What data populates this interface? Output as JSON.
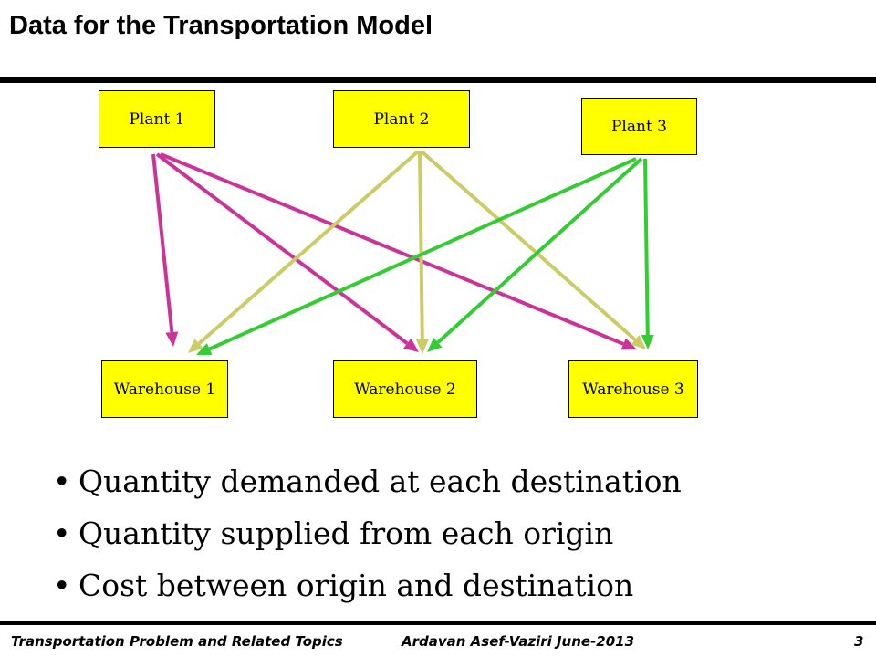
{
  "title": "Data for the Transportation Model",
  "plants": [
    "Plant 1",
    "Plant 2",
    "Plant 3"
  ],
  "warehouses": [
    "Warehouse 1",
    "Warehouse 2",
    "Warehouse 3"
  ],
  "edges": [
    {
      "from": "Plant 1",
      "to": "Warehouse 1",
      "color": "#cc3399"
    },
    {
      "from": "Plant 1",
      "to": "Warehouse 2",
      "color": "#cc3399"
    },
    {
      "from": "Plant 1",
      "to": "Warehouse 3",
      "color": "#cc3399"
    },
    {
      "from": "Plant 2",
      "to": "Warehouse 1",
      "color": "#cccc66"
    },
    {
      "from": "Plant 2",
      "to": "Warehouse 2",
      "color": "#cccc66"
    },
    {
      "from": "Plant 2",
      "to": "Warehouse 3",
      "color": "#cccc66"
    },
    {
      "from": "Plant 3",
      "to": "Warehouse 1",
      "color": "#33cc33"
    },
    {
      "from": "Plant 3",
      "to": "Warehouse 2",
      "color": "#33cc33"
    },
    {
      "from": "Plant 3",
      "to": "Warehouse 3",
      "color": "#33cc33"
    }
  ],
  "bullets": [
    "Quantity demanded at each destination",
    "Quantity supplied from each origin",
    "Cost between origin and destination"
  ],
  "footer": {
    "left": "Transportation  Problem and Related Topics",
    "author": "Ardavan Asef-Vaziri   June-2013",
    "page": "3"
  },
  "colors": {
    "node_fill": "#ffff00",
    "plant1_edge": "#cc3399",
    "plant2_edge": "#cccc66",
    "plant3_edge": "#33cc33"
  }
}
